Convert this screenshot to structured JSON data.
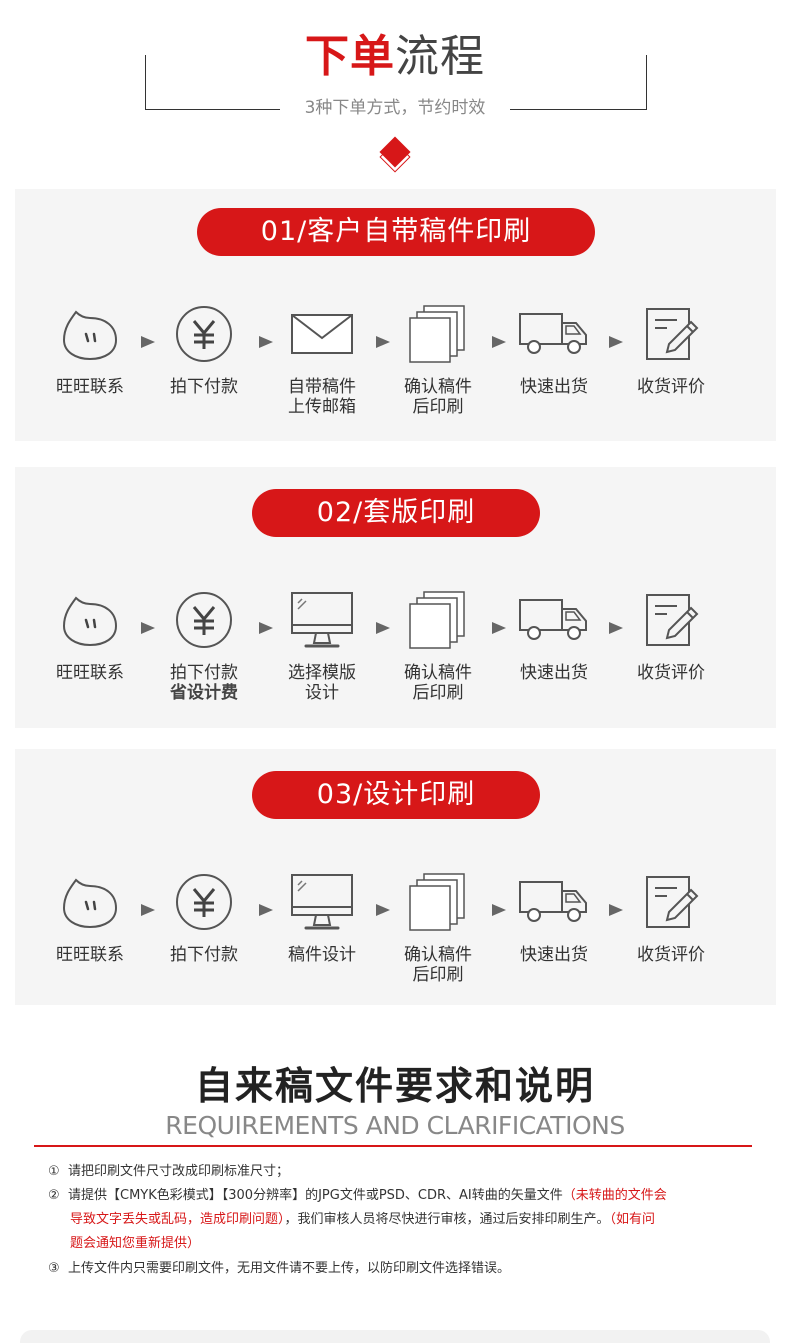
{
  "header": {
    "title_red": "下单",
    "title_gray": "流程",
    "subtitle": "3种下单方式，节约时效"
  },
  "sections": [
    {
      "title": "01/客户自带稿件印刷",
      "steps": [
        {
          "icon": "wangwang-chat-icon",
          "line1": "旺旺联系",
          "line2": ""
        },
        {
          "icon": "yen-payment-icon",
          "line1": "拍下付款",
          "line2": ""
        },
        {
          "icon": "envelope-icon",
          "line1": "自带稿件",
          "line2": "上传邮箱"
        },
        {
          "icon": "documents-icon",
          "line1": "确认稿件",
          "line2": "后印刷"
        },
        {
          "icon": "delivery-truck-icon",
          "line1": "快速出货",
          "line2": ""
        },
        {
          "icon": "review-edit-icon",
          "line1": "收货评价",
          "line2": ""
        }
      ]
    },
    {
      "title": "02/套版印刷",
      "steps": [
        {
          "icon": "wangwang-chat-icon",
          "line1": "旺旺联系",
          "line2": ""
        },
        {
          "icon": "yen-payment-icon",
          "line1": "拍下付款",
          "line2": "省设计费"
        },
        {
          "icon": "monitor-icon",
          "line1": "选择模版",
          "line2": "设计"
        },
        {
          "icon": "documents-icon",
          "line1": "确认稿件",
          "line2": "后印刷"
        },
        {
          "icon": "delivery-truck-icon",
          "line1": "快速出货",
          "line2": ""
        },
        {
          "icon": "review-edit-icon",
          "line1": "收货评价",
          "line2": ""
        }
      ]
    },
    {
      "title": "03/设计印刷",
      "steps": [
        {
          "icon": "wangwang-chat-icon",
          "line1": "旺旺联系",
          "line2": ""
        },
        {
          "icon": "yen-payment-icon",
          "line1": "拍下付款",
          "line2": ""
        },
        {
          "icon": "monitor-icon",
          "line1": "稿件设计",
          "line2": ""
        },
        {
          "icon": "documents-icon",
          "line1": "确认稿件",
          "line2": "后印刷"
        },
        {
          "icon": "delivery-truck-icon",
          "line1": "快速出货",
          "line2": ""
        },
        {
          "icon": "review-edit-icon",
          "line1": "收货评价",
          "line2": ""
        }
      ]
    }
  ],
  "requirements": {
    "title": "自来稿文件要求和说明",
    "subtitle_en": "REQUIREMENTS AND CLARIFICATIONS",
    "item1": {
      "num": "①",
      "text": "请把印刷文件尺寸改成印刷标准尺寸；"
    },
    "item2": {
      "num": "②",
      "text_a": "请提供【CMYK色彩模式】【300分辨率】的JPG文件或PSD、CDR、AI转曲的矢量文件",
      "red_a1": "（未转曲的文件会",
      "red_a2": "导致文字丢失或乱码，造成印刷问题）",
      "text_b": "，我们审核人员将尽快进行审核，通过后安排印刷生产。",
      "red_b1": "（如有问",
      "red_b2": "题会通知您重新提供）"
    },
    "item3": {
      "num": "③",
      "text": "上传文件内只需要印刷文件，无用文件请不要上传，以防印刷文件选择错误。"
    }
  },
  "colors": {
    "accent": "#d71718",
    "panel": "#f5f5f5"
  }
}
